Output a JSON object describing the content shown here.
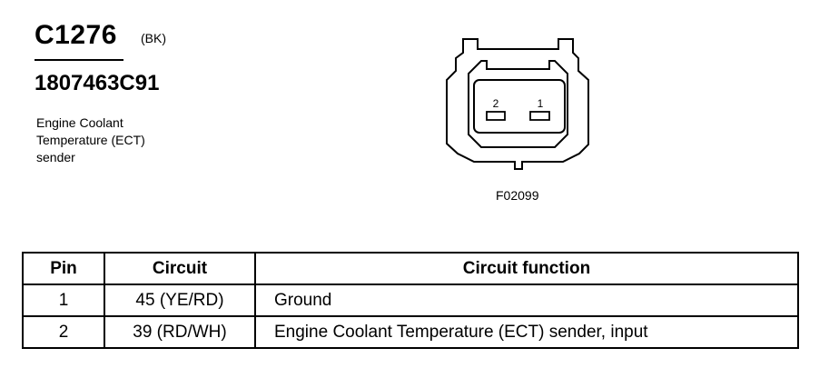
{
  "connector": {
    "id": "C1276",
    "color_code": "(BK)",
    "part_number": "1807463C91",
    "description_lines": [
      "Engine Coolant",
      "Temperature (ECT)",
      "sender"
    ]
  },
  "diagram": {
    "figure_code": "F02099",
    "pin_labels": [
      "2",
      "1"
    ]
  },
  "table": {
    "headers": [
      "Pin",
      "Circuit",
      "Circuit function"
    ],
    "rows": [
      {
        "pin": "1",
        "circuit": "45 (YE/RD)",
        "function": "Ground"
      },
      {
        "pin": "2",
        "circuit": "39 (RD/WH)",
        "function": "Engine Coolant Temperature (ECT) sender, input"
      }
    ]
  }
}
